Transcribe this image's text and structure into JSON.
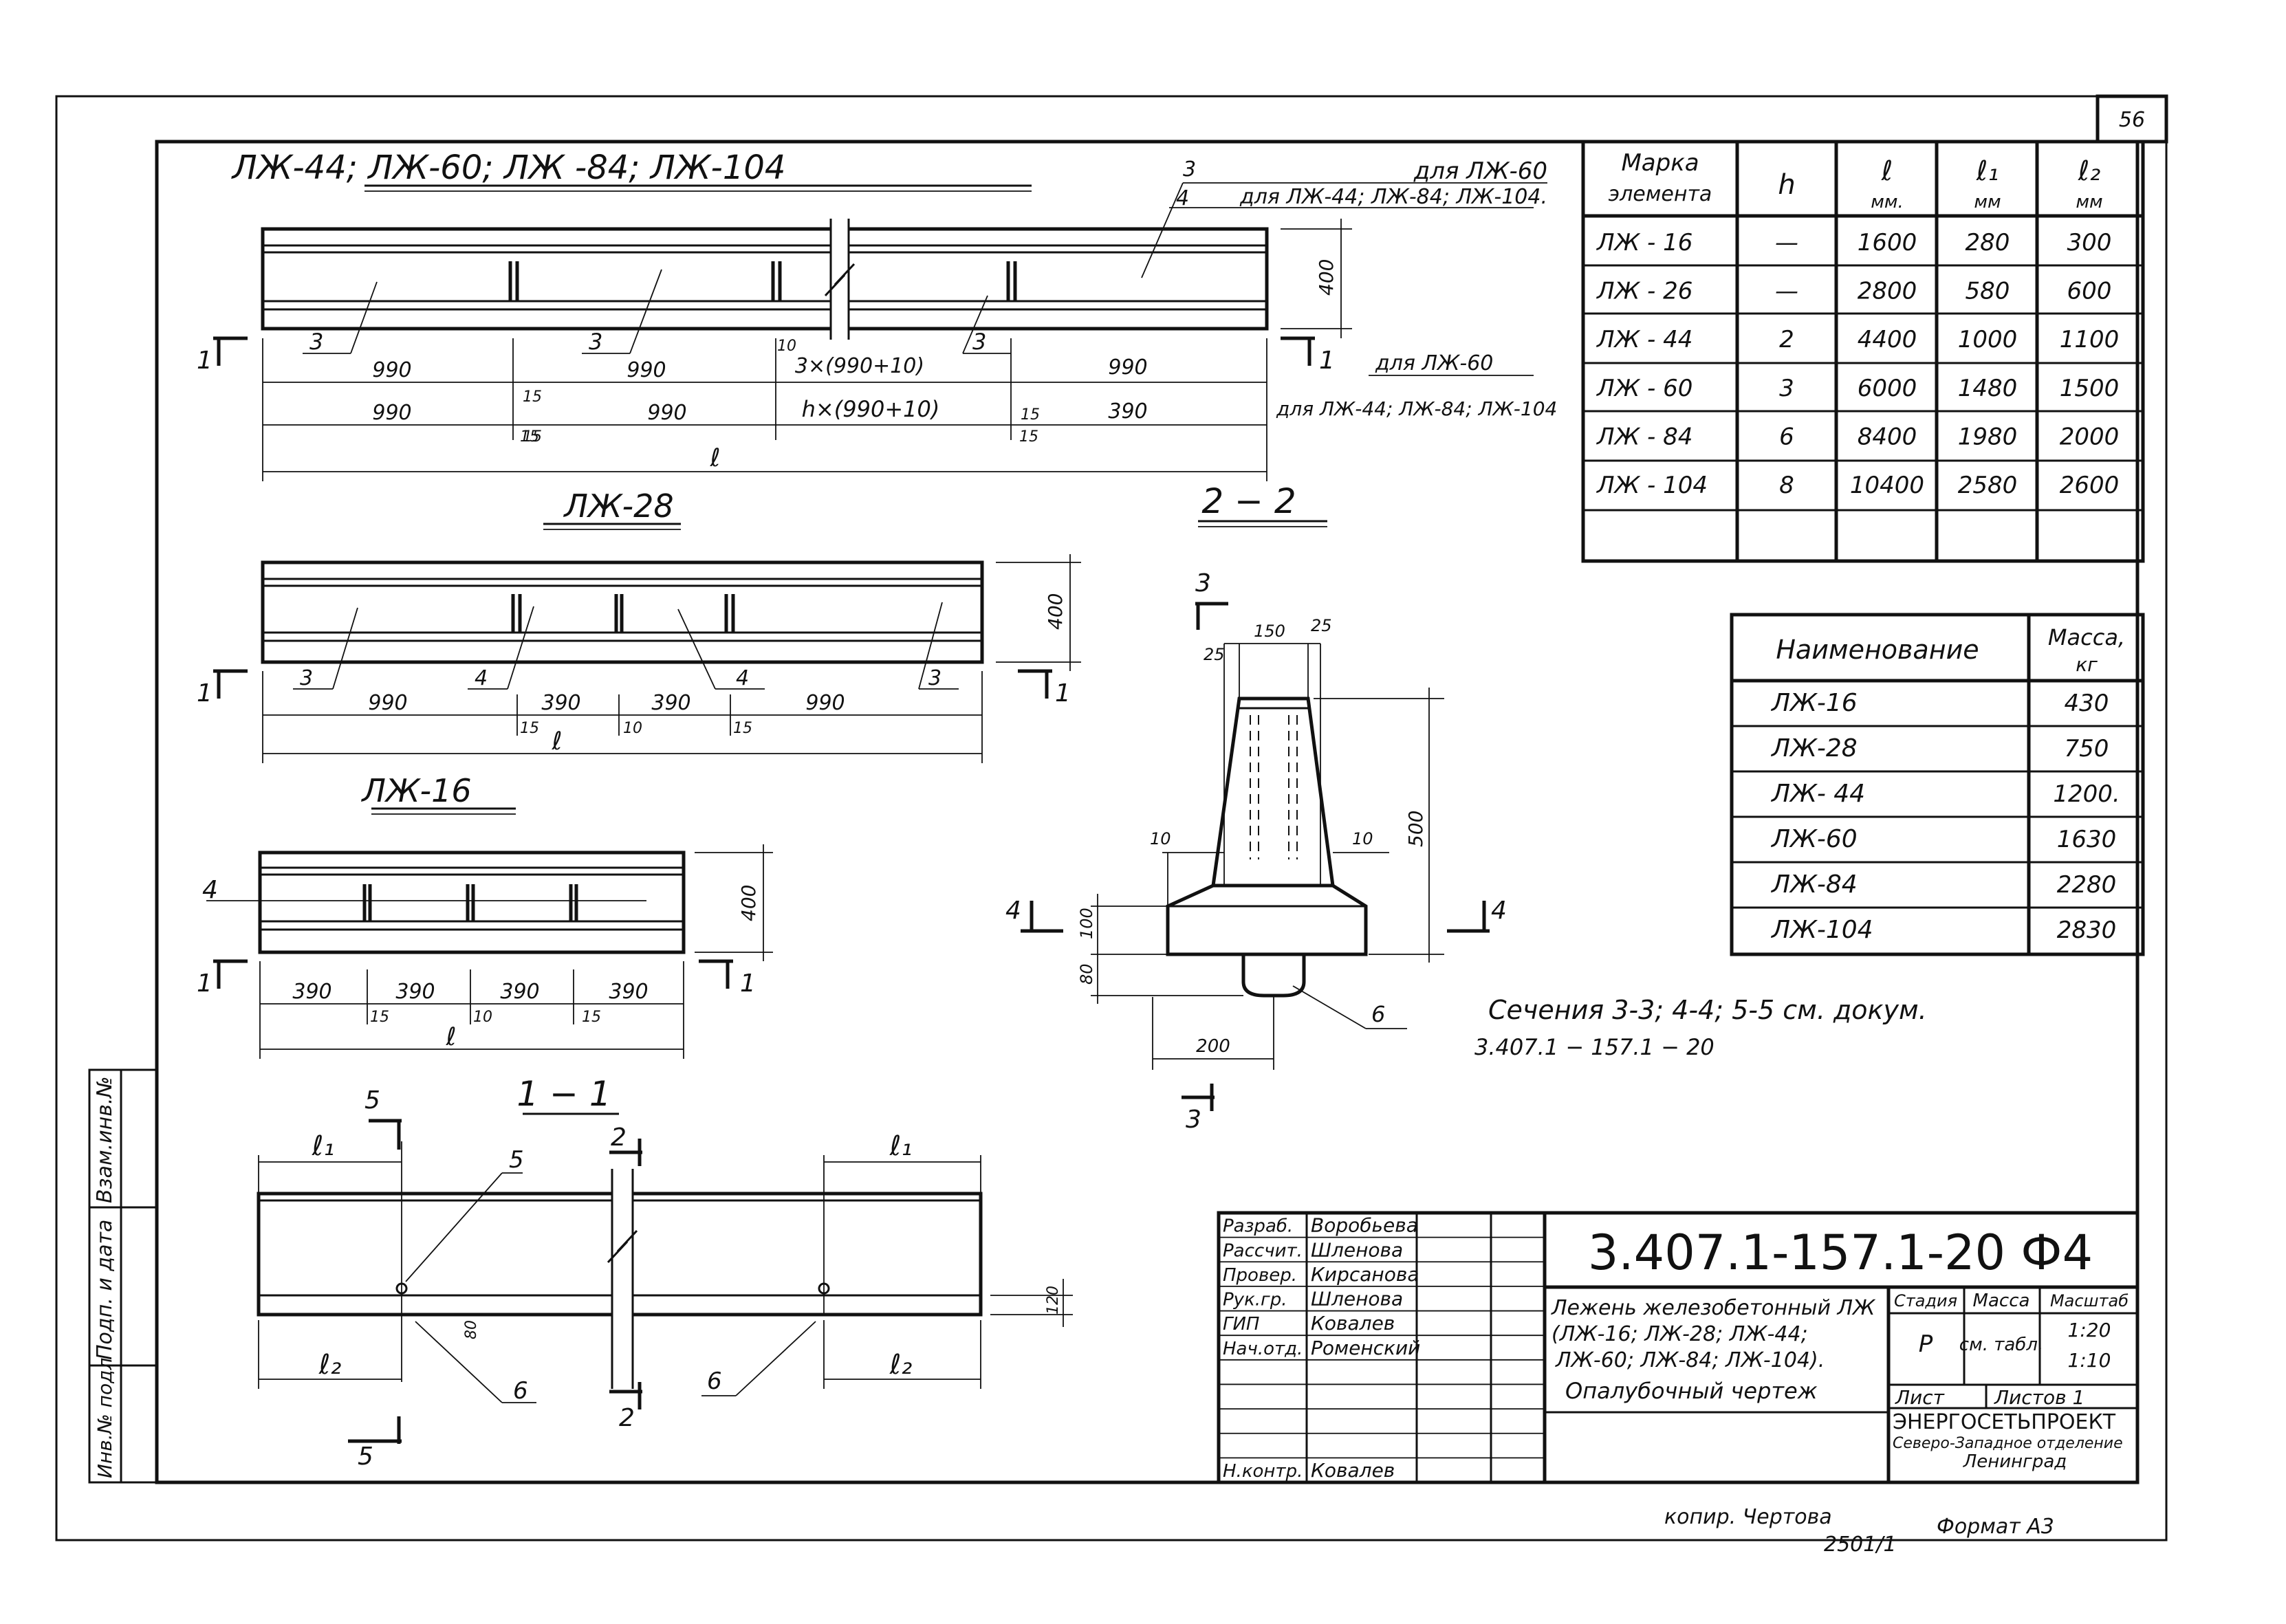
{
  "sheet_number": "56",
  "side_labels": [
    "Взам.инв.№",
    "Подп. и дата",
    "Инв.№ подл"
  ],
  "views": {
    "main": {
      "title": "ЛЖ-44; ЛЖ-60; ЛЖ -84; ЛЖ-104",
      "note_60": "для ЛЖ-60",
      "note_other": "для ЛЖ-44; ЛЖ-84; ЛЖ-104.",
      "dim_note_60": "для ЛЖ-60",
      "dim_note_other": "для ЛЖ-44; ЛЖ-84; ЛЖ-104",
      "leader_3": "3",
      "leader_4": "4",
      "height": "400",
      "section_mark": "1",
      "dims_row1": [
        "990",
        "15",
        "990",
        "10",
        "3×(990+10)",
        "990"
      ],
      "dims_row2": [
        "990",
        "15",
        "990",
        "h×(990+10)",
        "15",
        "390"
      ],
      "dims_row3": [
        "15",
        "15"
      ],
      "total": "ℓ"
    },
    "lzh28": {
      "title": "ЛЖ-28",
      "leaders": [
        "3",
        "4",
        "4",
        "3"
      ],
      "height": "400",
      "section_mark": "1",
      "dims_row1": [
        "990",
        "390",
        "390",
        "990"
      ],
      "dims_row2": [
        "15",
        "10",
        "15"
      ],
      "total": "ℓ"
    },
    "lzh16": {
      "title": "ЛЖ-16",
      "leader": "4",
      "height": "400",
      "section_mark": "1",
      "dims_row1": [
        "390",
        "390",
        "390",
        "390"
      ],
      "dims_row2": [
        "15",
        "10",
        "15"
      ],
      "total": "ℓ"
    },
    "section11": {
      "title": "1 − 1",
      "l1": "ℓ₁",
      "l2": "ℓ₂",
      "mark5": "5",
      "mark2": "2",
      "leader5": "5",
      "leader6": "6",
      "dim_120": "120",
      "dim_80": "80"
    },
    "section22": {
      "title": "2 − 2",
      "mark3": "3",
      "mark4": "4",
      "dims": [
        "150",
        "25",
        "25",
        "10",
        "10",
        "500",
        "100",
        "80",
        "200"
      ],
      "leader6": "6"
    }
  },
  "note": {
    "line1": "Сечения 3-3; 4-4; 5-5 см. докум.",
    "line2": "3.407.1 − 157.1 − 20"
  },
  "dimensions_table": {
    "headers": [
      "Марка элемента",
      "h",
      "ℓ мм.",
      "ℓ₁ мм",
      "ℓ₂ мм"
    ],
    "rows": [
      [
        "ЛЖ - 16",
        "—",
        "1600",
        "280",
        "300"
      ],
      [
        "ЛЖ - 26",
        "—",
        "2800",
        "580",
        "600"
      ],
      [
        "ЛЖ - 44",
        "2",
        "4400",
        "1000",
        "1100"
      ],
      [
        "ЛЖ - 60",
        "3",
        "6000",
        "1480",
        "1500"
      ],
      [
        "ЛЖ - 84",
        "6",
        "8400",
        "1980",
        "2000"
      ],
      [
        "ЛЖ - 104",
        "8",
        "10400",
        "2580",
        "2600"
      ]
    ]
  },
  "mass_table": {
    "headers": [
      "Наименование",
      "Масса, кг"
    ],
    "rows": [
      [
        "ЛЖ-16",
        "430"
      ],
      [
        "ЛЖ-28",
        "750"
      ],
      [
        "ЛЖ- 44",
        "1200."
      ],
      [
        "ЛЖ-60",
        "1630"
      ],
      [
        "ЛЖ-84",
        "2280"
      ],
      [
        "ЛЖ-104",
        "2830"
      ]
    ]
  },
  "title_block": {
    "code": "3.407.1-157.1-20 Ф4",
    "roles": [
      [
        "Разраб.",
        "Воробьева"
      ],
      [
        "Рассчит.",
        "Шленова"
      ],
      [
        "Провер.",
        "Кирсанова"
      ],
      [
        "Рук.гр.",
        "Шленова"
      ],
      [
        "ГИП",
        "Ковалев"
      ],
      [
        "Нач.отд.",
        "Роменский"
      ],
      [
        "",
        ""
      ],
      [
        "",
        ""
      ],
      [
        "",
        ""
      ],
      [
        "",
        ""
      ],
      [
        "Н.контр.",
        "Ковалев"
      ]
    ],
    "description": [
      "Лежень железобетонный ЛЖ",
      "(ЛЖ-16; ЛЖ-28; ЛЖ-44;",
      "ЛЖ-60; ЛЖ-84; ЛЖ-104).",
      "Опалубочный чертеж"
    ],
    "stage_header": "Стадия",
    "mass_header": "Масса",
    "scale_header": "Масштаб",
    "stage": "Р",
    "mass": "см. табл.",
    "scales": [
      "1:20",
      "1:10"
    ],
    "sheet": "Лист",
    "sheets": "Листов 1",
    "org": "ЭНЕРГОСЕТЬПРОЕКТ",
    "org_sub": "Северо-Западное отделение",
    "city": "Ленинград"
  },
  "footer": {
    "copied": "копир. Чертова",
    "number": "2501/1",
    "format": "Формат А3"
  }
}
